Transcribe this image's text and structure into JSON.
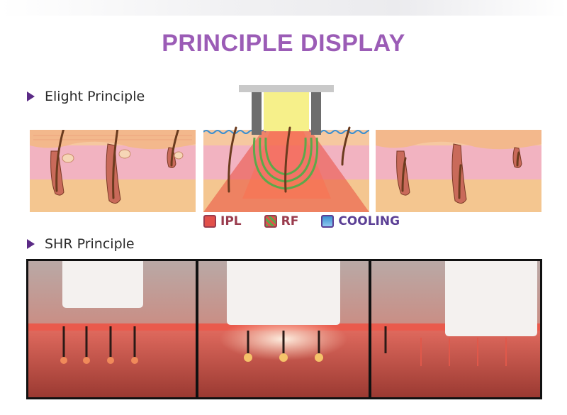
{
  "title": "PRINCIPLE DISPLAY",
  "sections": {
    "elight": {
      "label": "Elight Principle"
    },
    "shr": {
      "label": "SHR Principle"
    }
  },
  "legend": [
    {
      "label": "IPL",
      "icon": "ipl-swatch-icon",
      "color": "#e2504a"
    },
    {
      "label": "RF",
      "icon": "rf-coil-icon",
      "color": "#5da84a"
    },
    {
      "label": "COOLING",
      "icon": "cooling-wave-icon",
      "color": "#3a8fd0"
    }
  ],
  "colors": {
    "title": "#9b5cb6",
    "arrow": "#5b2a86",
    "skin_top": "#f4c79b",
    "dermis": "#f2b3c1",
    "fat": "#f4c690",
    "hair": "#6b3b1e",
    "ipl_light": "#e94b3c"
  }
}
